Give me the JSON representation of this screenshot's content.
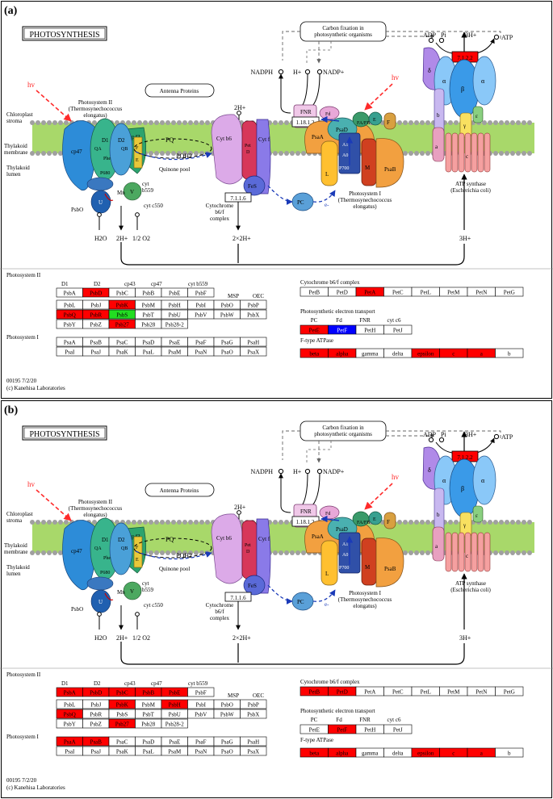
{
  "palette": {
    "hit": "#ff0000",
    "hit_blue": "#0000ff",
    "hit_green": "#22dd22",
    "none": "#ffffff",
    "membrane": "#a8d86a",
    "bead": "#a0a0a0",
    "red_arrow": "#ff2a2a",
    "blue_flow": "#1a3ab8"
  },
  "panels": [
    {
      "letter": "(a)",
      "diagram": {
        "title": "PHOTOSYNTHESIS",
        "carbon_fixation": [
          "Carbon fixation in",
          "photosynthetic organisms"
        ],
        "antenna": "Antenna Proteins",
        "hv": "hv",
        "stroma": [
          "Chloroplast",
          "stroma"
        ],
        "membrane": [
          "Thylakoid",
          "membrane"
        ],
        "lumen": [
          "Thylakoid",
          "lumen"
        ],
        "ps2_name": [
          "Photosystem II",
          "(Thermosynechococcus",
          "elongatus)"
        ],
        "ps1_name": [
          "Photosystem I",
          "(Thermosynechococcus",
          "elongatus)"
        ],
        "cytb6f_name": [
          "Cytochrome",
          "b6/f",
          "complex"
        ],
        "atpsyn_name": [
          "ATP synthase",
          "(Escherichia coli)"
        ],
        "quinone_pool": "Quinone pool",
        "pq": "PQ",
        "pqh2": "PQH2",
        "cyt_b559": [
          "cyt",
          "b559"
        ],
        "cyt_c550": "cyt c550",
        "nadph": "NADPH",
        "hplus": "H+",
        "nadp": "NADP+",
        "adp": "ADP",
        "pi": "Pi",
        "h3": "3H+",
        "atp": "ATP",
        "h2": "2H+",
        "h2x2": "2×2H+",
        "h2o": "H2O",
        "half_o2": "1/2 O2",
        "fnr": "FNR",
        "ec_fnr": "1.18.1.2",
        "ec_cyt": "7.1.1.6",
        "ec_atp": "7.1.2.2",
        "pc": "PC",
        "eminus": "e-",
        "ps2_units": [
          "cp47",
          "cp43",
          "D1",
          "D2",
          "QA",
          "QB",
          "Phe",
          "P680",
          "PsbO",
          "U",
          "V",
          "Mn",
          "F",
          "E"
        ],
        "ps1_units": [
          "PsaD",
          "PsaC",
          "Fd",
          "PsaA",
          "PsaB",
          "PsaF",
          "E",
          "L",
          "M",
          "FA/FB",
          "Fx",
          "A1",
          "A0",
          "P700"
        ],
        "cyt_units": [
          "Cyt b6",
          "Pet D",
          "Cyt f",
          "FeS"
        ],
        "atp_units": [
          "δ",
          "α",
          "β",
          "α",
          "γ",
          "ε",
          "b",
          "a",
          "c"
        ]
      },
      "table": {
        "ps2": {
          "title": "Photosystem II",
          "header1": [
            "D1",
            "D2",
            "cp43",
            "cp47",
            "cyt b559"
          ],
          "header2": [
            "MSP",
            "OEC"
          ],
          "row1": [
            {
              "t": "PsbA",
              "c": "none"
            },
            {
              "t": "PsbD",
              "c": "hit"
            },
            {
              "t": "PsbC",
              "c": "none"
            },
            {
              "t": "PsbB",
              "c": "none"
            },
            {
              "t": "PsbE",
              "c": "none"
            },
            {
              "t": "PsbF",
              "c": "none"
            }
          ],
          "row2": [
            {
              "t": "PsbL",
              "c": "none"
            },
            {
              "t": "PsbJ",
              "c": "none"
            },
            {
              "t": "PsbK",
              "c": "hit"
            },
            {
              "t": "PsbM",
              "c": "none"
            },
            {
              "t": "PsbH",
              "c": "none"
            },
            {
              "t": "PsbI",
              "c": "none"
            },
            {
              "t": "PsbO",
              "c": "none"
            },
            {
              "t": "PsbP",
              "c": "none"
            }
          ],
          "row3": [
            {
              "t": "PsbQ",
              "c": "hit"
            },
            {
              "t": "PsbR",
              "c": "hit"
            },
            {
              "t": "PsbS",
              "c": "hit_green"
            },
            {
              "t": "PsbT",
              "c": "none"
            },
            {
              "t": "PsbU",
              "c": "none"
            },
            {
              "t": "PsbV",
              "c": "none"
            },
            {
              "t": "PsbW",
              "c": "none"
            },
            {
              "t": "PsbX",
              "c": "none"
            }
          ],
          "row4": [
            {
              "t": "PsbY",
              "c": "none"
            },
            {
              "t": "PsbZ",
              "c": "none"
            },
            {
              "t": "Psb27",
              "c": "hit"
            },
            {
              "t": "Psb28",
              "c": "none"
            },
            {
              "t": "Psb28-2",
              "c": "none"
            }
          ]
        },
        "ps1": {
          "title": "Photosystem I",
          "row1": [
            {
              "t": "PsaA",
              "c": "none"
            },
            {
              "t": "PsaB",
              "c": "none"
            },
            {
              "t": "PsaC",
              "c": "none"
            },
            {
              "t": "PsaD",
              "c": "none"
            },
            {
              "t": "PsaE",
              "c": "none"
            },
            {
              "t": "PsaF",
              "c": "none"
            },
            {
              "t": "PsaG",
              "c": "none"
            },
            {
              "t": "PsaH",
              "c": "none"
            }
          ],
          "row2": [
            {
              "t": "PsaI",
              "c": "none"
            },
            {
              "t": "PsaJ",
              "c": "none"
            },
            {
              "t": "PsaK",
              "c": "none"
            },
            {
              "t": "PsaL",
              "c": "none"
            },
            {
              "t": "PsaM",
              "c": "none"
            },
            {
              "t": "PsaN",
              "c": "none"
            },
            {
              "t": "PsaO",
              "c": "none"
            },
            {
              "t": "PsaX",
              "c": "none"
            }
          ]
        },
        "cyt": {
          "title": "Cytochrome b6/f complex",
          "row1": [
            {
              "t": "PetB",
              "c": "none"
            },
            {
              "t": "PetD",
              "c": "none"
            },
            {
              "t": "PetA",
              "c": "hit"
            },
            {
              "t": "PetC",
              "c": "none"
            },
            {
              "t": "PetL",
              "c": "none"
            },
            {
              "t": "PetM",
              "c": "none"
            },
            {
              "t": "PetN",
              "c": "none"
            },
            {
              "t": "PetG",
              "c": "none"
            }
          ]
        },
        "pet": {
          "title": "Photosynthetic electron transport",
          "header": [
            "PC",
            "Fd",
            "FNR",
            "cyt c6"
          ],
          "row1": [
            {
              "t": "PetE",
              "c": "hit"
            },
            {
              "t": "PetF",
              "c": "hit_blue"
            },
            {
              "t": "PetH",
              "c": "none"
            },
            {
              "t": "PetJ",
              "c": "none"
            }
          ]
        },
        "atp": {
          "title": "F-type ATPase",
          "row1": [
            {
              "t": "beta",
              "c": "hit"
            },
            {
              "t": "alpha",
              "c": "hit"
            },
            {
              "t": "gamma",
              "c": "none"
            },
            {
              "t": "delta",
              "c": "none"
            },
            {
              "t": "epsilon",
              "c": "hit"
            },
            {
              "t": "c",
              "c": "hit"
            },
            {
              "t": "a",
              "c": "hit"
            },
            {
              "t": "b",
              "c": "none"
            }
          ]
        }
      },
      "footer": [
        "00195 7/2/20",
        "(c) Kanehisa Laboratories"
      ]
    },
    {
      "letter": "(b)",
      "diagram": {
        "title": "PHOTOSYNTHESIS",
        "carbon_fixation": [
          "Carbon fixation in",
          "photosynthetic organisms"
        ],
        "antenna": "Antenna Proteins",
        "hv": "hv",
        "stroma": [
          "Chloroplast",
          "stroma"
        ],
        "membrane": [
          "Thylakoid",
          "membrane"
        ],
        "lumen": [
          "Thylakoid",
          "lumen"
        ],
        "ps2_name": [
          "Photosystem II",
          "(Thermosynechococcus",
          "elongatus)"
        ],
        "ps1_name": [
          "Photosystem I",
          "(Thermosynechococcus",
          "elongatus)"
        ],
        "cytb6f_name": [
          "Cytochrome",
          "b6/f",
          "complex"
        ],
        "atpsyn_name": [
          "ATP synthase",
          "(Escherichia coli)"
        ],
        "quinone_pool": "Quinone pool",
        "pq": "PQ",
        "pqh2": "PQH2",
        "cyt_b559": [
          "cyt",
          "b559"
        ],
        "cyt_c550": "cyt c550",
        "nadph": "NADPH",
        "hplus": "H+",
        "nadp": "NADP+",
        "adp": "ADP",
        "pi": "Pi",
        "h3": "3H+",
        "atp": "ATP",
        "h2": "2H+",
        "h2x2": "2×2H+",
        "h2o": "H2O",
        "half_o2": "1/2 O2",
        "fnr": "FNR",
        "ec_fnr": "1.18.1.2",
        "ec_cyt": "7.1.1.6",
        "ec_atp": "7.1.2.2",
        "pc": "PC",
        "eminus": "e-",
        "ps2_units": [
          "cp47",
          "cp43",
          "D1",
          "D2",
          "QA",
          "QB",
          "Phe",
          "P680",
          "PsbO",
          "U",
          "V",
          "Mn",
          "F",
          "E"
        ],
        "ps1_units": [
          "PsaD",
          "PsaC",
          "Fd",
          "PsaA",
          "PsaB",
          "PsaF",
          "E",
          "L",
          "M",
          "FA/FB",
          "Fx",
          "A1",
          "A0",
          "P700"
        ],
        "cyt_units": [
          "Cyt b6",
          "Pet D",
          "Cyt f",
          "FeS"
        ],
        "atp_units": [
          "δ",
          "α",
          "β",
          "α",
          "γ",
          "ε",
          "b",
          "a",
          "c"
        ]
      },
      "table": {
        "ps2": {
          "title": "Photosystem II",
          "header1": [
            "D1",
            "D2",
            "cp43",
            "cp47",
            "cyt b559"
          ],
          "header2": [
            "MSP",
            "OEC"
          ],
          "row1": [
            {
              "t": "PsbA",
              "c": "hit"
            },
            {
              "t": "PsbD",
              "c": "hit"
            },
            {
              "t": "PsbC",
              "c": "hit"
            },
            {
              "t": "PsbB",
              "c": "hit"
            },
            {
              "t": "PsbE",
              "c": "hit"
            },
            {
              "t": "PsbF",
              "c": "none"
            }
          ],
          "row2": [
            {
              "t": "PsbL",
              "c": "none"
            },
            {
              "t": "PsbJ",
              "c": "none"
            },
            {
              "t": "PsbK",
              "c": "hit"
            },
            {
              "t": "PsbM",
              "c": "none"
            },
            {
              "t": "PsbH",
              "c": "hit"
            },
            {
              "t": "PsbI",
              "c": "none"
            },
            {
              "t": "PsbO",
              "c": "none"
            },
            {
              "t": "PsbP",
              "c": "none"
            }
          ],
          "row3": [
            {
              "t": "PsbQ",
              "c": "hit"
            },
            {
              "t": "PsbR",
              "c": "none"
            },
            {
              "t": "PsbS",
              "c": "none"
            },
            {
              "t": "PsbT",
              "c": "none"
            },
            {
              "t": "PsbU",
              "c": "none"
            },
            {
              "t": "PsbV",
              "c": "none"
            },
            {
              "t": "PsbW",
              "c": "none"
            },
            {
              "t": "PsbX",
              "c": "none"
            }
          ],
          "row4": [
            {
              "t": "PsbY",
              "c": "none"
            },
            {
              "t": "PsbZ",
              "c": "none"
            },
            {
              "t": "Psb27",
              "c": "hit"
            },
            {
              "t": "Psb28",
              "c": "none"
            },
            {
              "t": "Psb28-2",
              "c": "none"
            }
          ]
        },
        "ps1": {
          "title": "Photosystem I",
          "row1": [
            {
              "t": "PsaA",
              "c": "hit"
            },
            {
              "t": "PsaB",
              "c": "hit"
            },
            {
              "t": "PsaC",
              "c": "none"
            },
            {
              "t": "PsaD",
              "c": "none"
            },
            {
              "t": "PsaE",
              "c": "none"
            },
            {
              "t": "PsaF",
              "c": "none"
            },
            {
              "t": "PsaG",
              "c": "none"
            },
            {
              "t": "PsaH",
              "c": "none"
            }
          ],
          "row2": [
            {
              "t": "PsaI",
              "c": "none"
            },
            {
              "t": "PsaJ",
              "c": "none"
            },
            {
              "t": "PsaK",
              "c": "none"
            },
            {
              "t": "PsaL",
              "c": "none"
            },
            {
              "t": "PsaM",
              "c": "none"
            },
            {
              "t": "PsaN",
              "c": "none"
            },
            {
              "t": "PsaO",
              "c": "none"
            },
            {
              "t": "PsaX",
              "c": "none"
            }
          ]
        },
        "cyt": {
          "title": "Cytochrome b6/f complex",
          "row1": [
            {
              "t": "PetB",
              "c": "hit"
            },
            {
              "t": "PetD",
              "c": "hit"
            },
            {
              "t": "PetA",
              "c": "none"
            },
            {
              "t": "PetC",
              "c": "none"
            },
            {
              "t": "PetL",
              "c": "none"
            },
            {
              "t": "PetM",
              "c": "none"
            },
            {
              "t": "PetN",
              "c": "none"
            },
            {
              "t": "PetG",
              "c": "none"
            }
          ]
        },
        "pet": {
          "title": "Photosynthetic electron transport",
          "header": [
            "PC",
            "Fd",
            "FNR",
            "cyt c6"
          ],
          "row1": [
            {
              "t": "PetE",
              "c": "none"
            },
            {
              "t": "PetF",
              "c": "hit"
            },
            {
              "t": "PetH",
              "c": "none"
            },
            {
              "t": "PetJ",
              "c": "none"
            }
          ]
        },
        "atp": {
          "title": "F-type ATPase",
          "row1": [
            {
              "t": "beta",
              "c": "hit"
            },
            {
              "t": "alpha",
              "c": "hit"
            },
            {
              "t": "gamma",
              "c": "none"
            },
            {
              "t": "delta",
              "c": "none"
            },
            {
              "t": "epsilon",
              "c": "hit"
            },
            {
              "t": "c",
              "c": "hit"
            },
            {
              "t": "a",
              "c": "hit"
            },
            {
              "t": "b",
              "c": "none"
            }
          ]
        }
      },
      "footer": [
        "00195 7/2/20",
        "(c) Kanehisa Laboratories"
      ]
    }
  ]
}
